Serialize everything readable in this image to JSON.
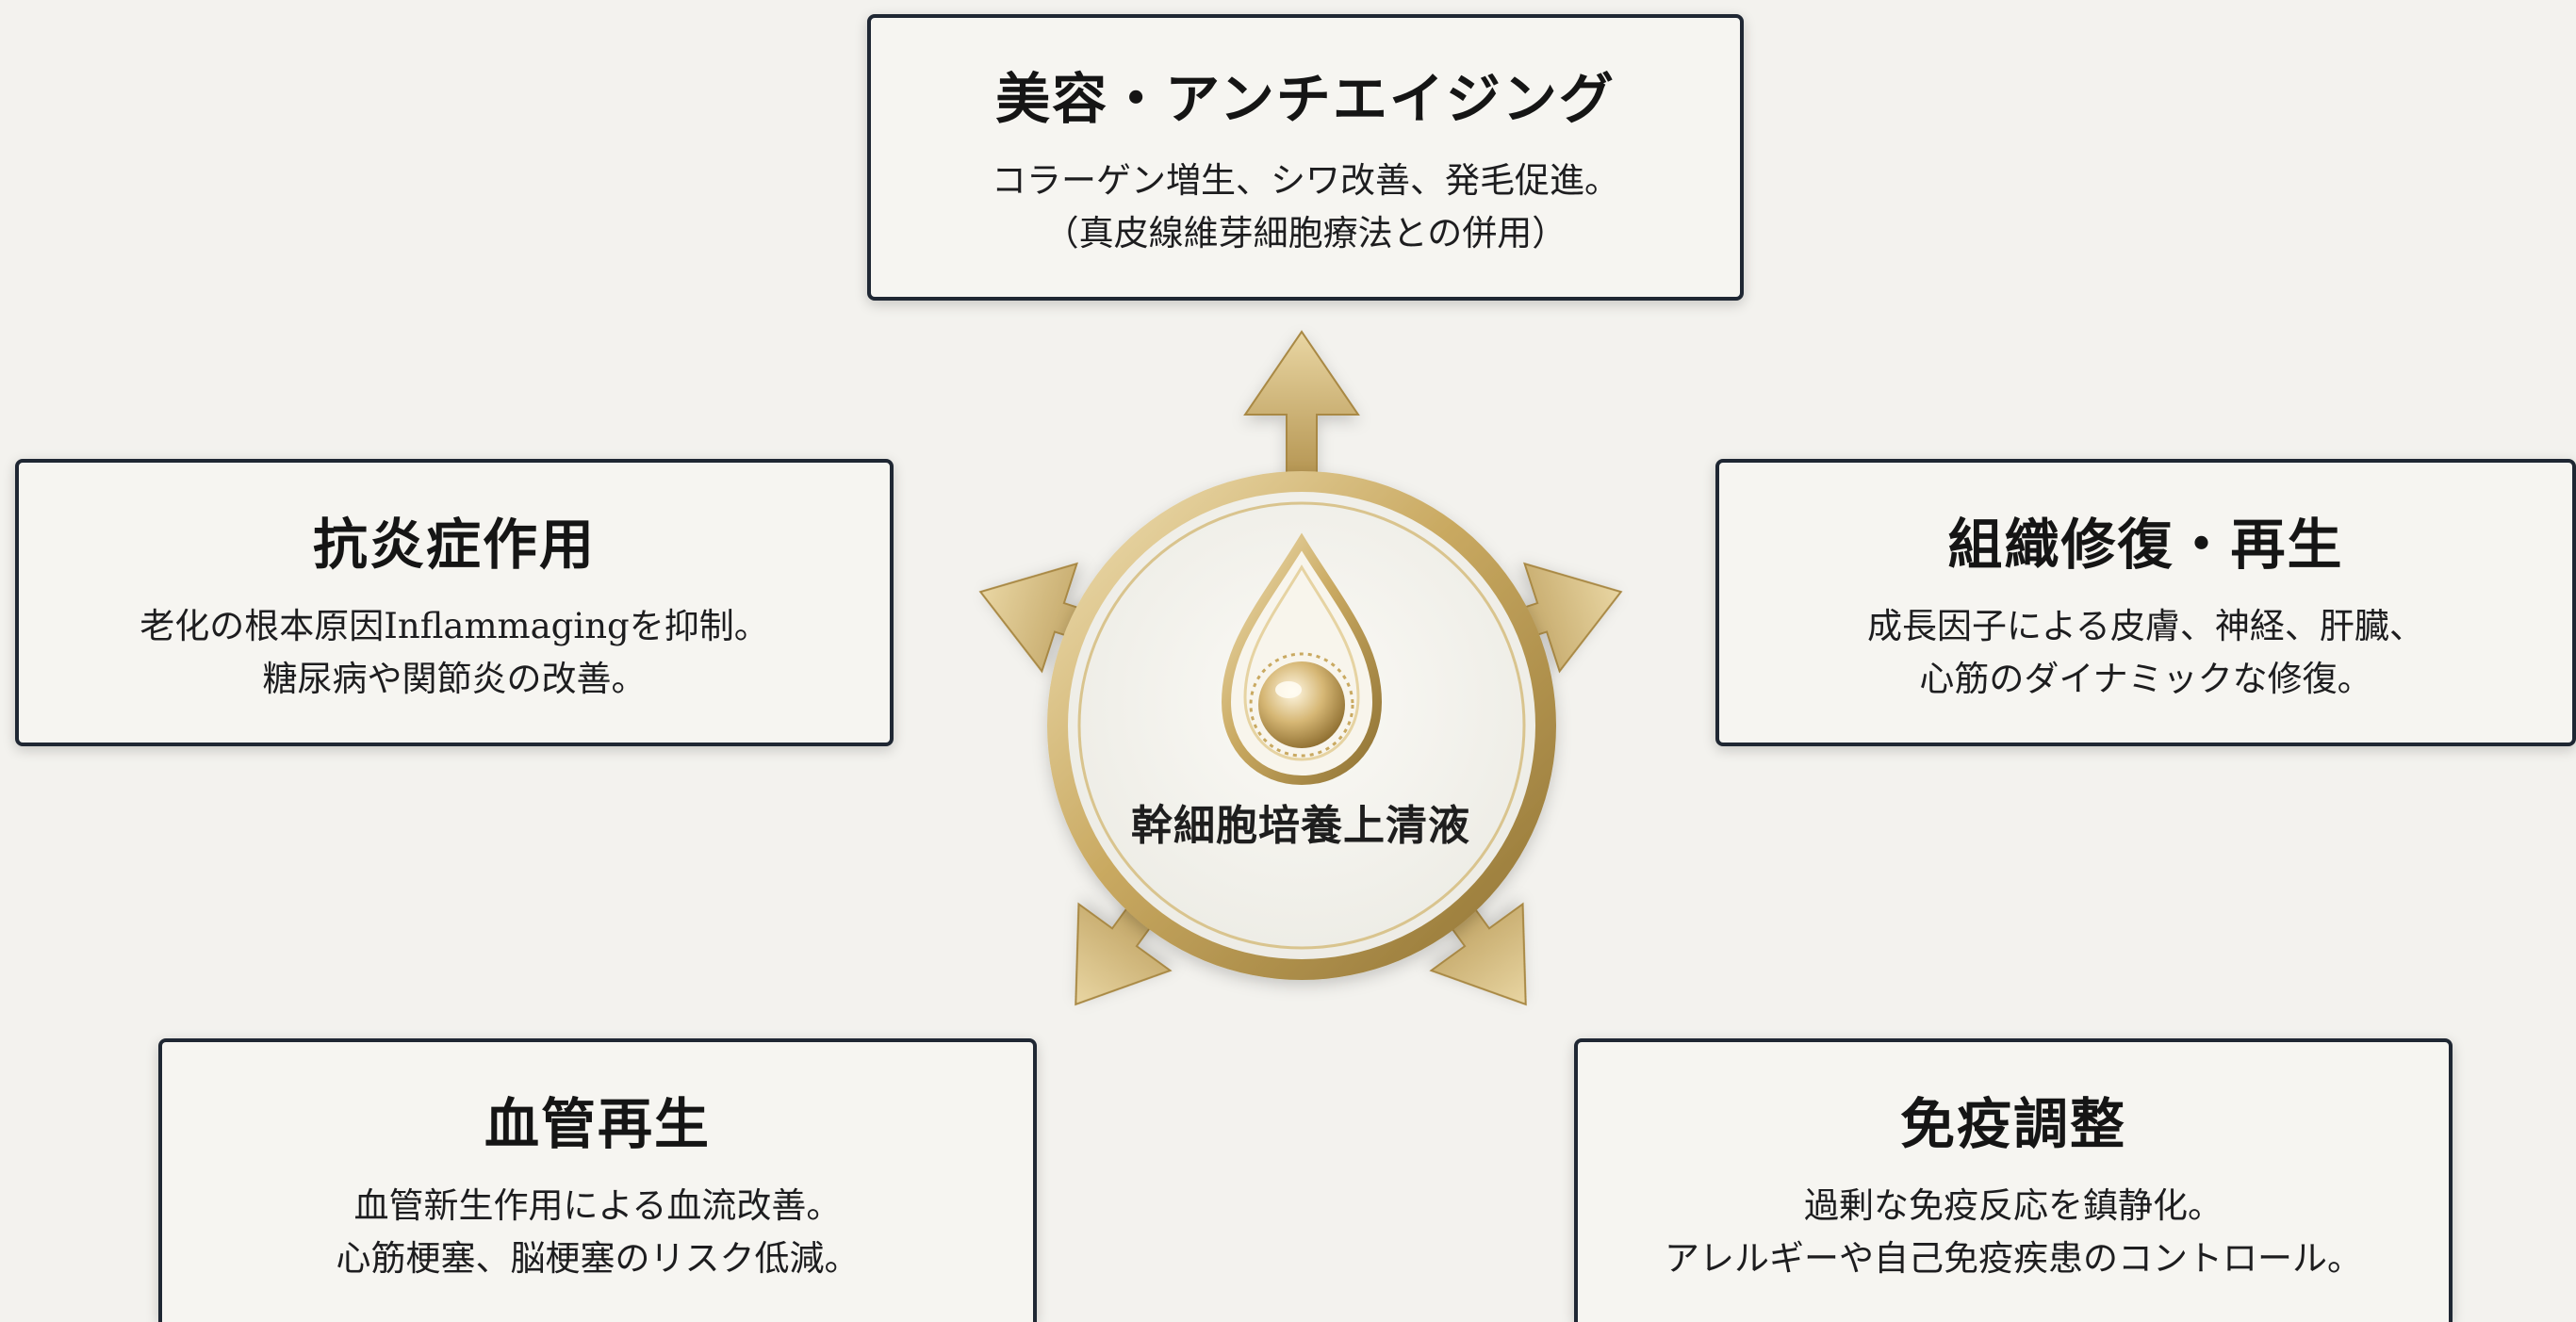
{
  "center": {
    "label": "幹細胞培養上清液",
    "icon": "drop-icon"
  },
  "boxes": {
    "top": {
      "title": "美容・アンチエイジング",
      "lines": [
        "コラーゲン増生、シワ改善、発毛促進。",
        "（真皮線維芽細胞療法との併用）"
      ]
    },
    "left": {
      "title": "抗炎症作用",
      "lines": [
        "老化の根本原因Inflammagingを抑制。",
        "糖尿病や関節炎の改善。"
      ]
    },
    "right": {
      "title": "組織修復・再生",
      "lines": [
        "成長因子による皮膚、神経、肝臓、",
        "心筋のダイナミックな修復。"
      ]
    },
    "bottom_left": {
      "title": "血管再生",
      "lines": [
        "血管新生作用による血流改善。",
        "心筋梗塞、脳梗塞のリスク低減。"
      ]
    },
    "bottom_right": {
      "title": "免疫調整",
      "lines": [
        "過剰な免疫反応を鎮静化。",
        "アレルギーや自己免疫疾患のコントロール。"
      ]
    }
  },
  "colors": {
    "background": "#f3f2ee",
    "border": "#1f2733",
    "gold_light": "#f0dfb4",
    "gold_mid": "#c9a961",
    "gold_dark": "#8f7233"
  }
}
